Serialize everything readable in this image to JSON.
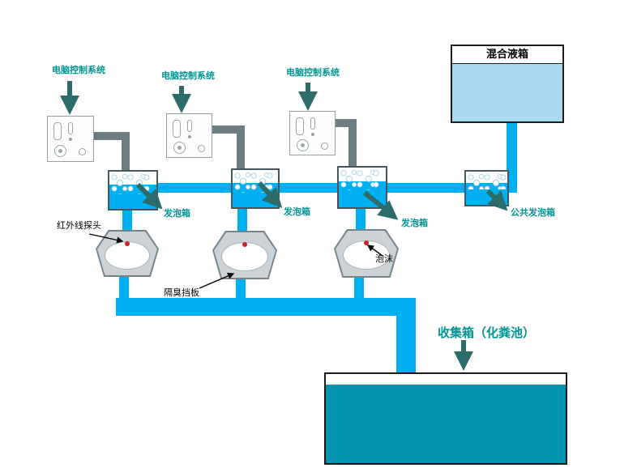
{
  "colors": {
    "pipe_blue": "#00b0f0",
    "pipe_gray": "#6b7d80",
    "mixed_tank_fill": "#a8d9ee",
    "collection_tank_fill": "#0093ae",
    "label_teal": "#009595",
    "arrow_teal": "#2e6b6b",
    "arrow_black": "#000000",
    "sensor_red": "#d1202c"
  },
  "control_systems": [
    {
      "label": "电脑控制系统"
    },
    {
      "label": "电脑控制系统"
    },
    {
      "label": "电脑控制系统"
    }
  ],
  "mixed_tank": {
    "label": "混合液箱"
  },
  "foam_boxes": [
    {
      "label": "发泡箱"
    },
    {
      "label": "发泡箱"
    },
    {
      "label": "发泡箱"
    }
  ],
  "common_foam_box": {
    "label": "公共发泡箱"
  },
  "annotations": {
    "infrared_probe": "红外线探头",
    "odor_baffle": "隔臭挡板",
    "foam": "泡沫"
  },
  "collection_tank": {
    "label": "收集箱（化粪池）"
  }
}
